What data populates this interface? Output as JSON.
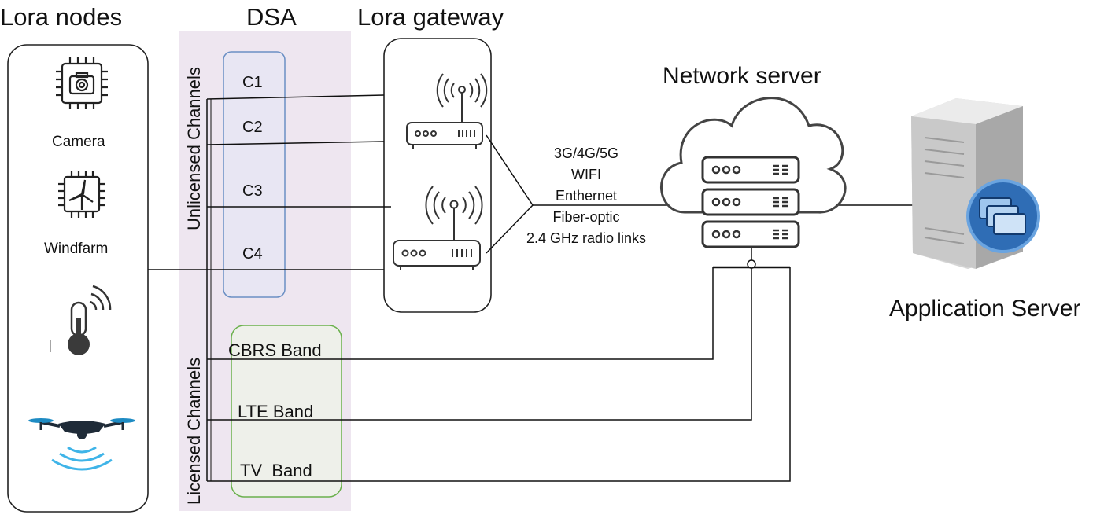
{
  "headers": {
    "lora_nodes": "Lora nodes",
    "dsa": "DSA",
    "lora_gateway": "Lora gateway",
    "network_server": "Network server",
    "application_server": "Application Server"
  },
  "nodes": [
    {
      "label": "Camera",
      "icon": "camera-chip-icon"
    },
    {
      "label": "Windfarm",
      "icon": "wind-turbine-chip-icon"
    },
    {
      "label": "",
      "icon": "thermometer-sensor-icon"
    },
    {
      "label": "",
      "icon": "drone-icon"
    }
  ],
  "dsa": {
    "unlicensed_title": "Unlicensed Channels",
    "licensed_title": "Licensed Channels",
    "channels": [
      "C1",
      "C2",
      "C3",
      "C4"
    ],
    "bands": [
      "CBRS Band",
      "LTE Band",
      "TV  Band"
    ]
  },
  "links": [
    "3G/4G/5G",
    "WIFI",
    "Enthernet",
    "Fiber-optic",
    "2.4 GHz radio links"
  ],
  "colors": {
    "dsa_panel": "#eee6f0",
    "channel_box_border": "#6a8fc4",
    "band_box_border": "#6ab04c",
    "band_box_fill": "#eef0ea",
    "server_blue": "#2f6db5"
  }
}
